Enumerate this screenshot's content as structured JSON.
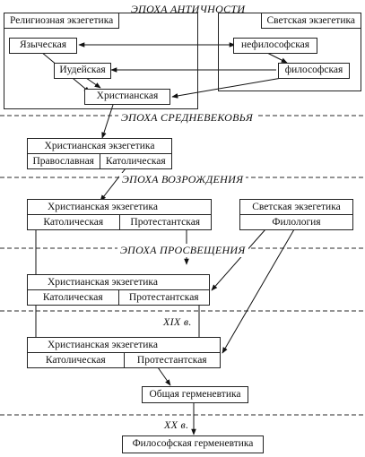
{
  "eras": {
    "antiquity": "ЭПОХА АНТИЧНОСТИ",
    "middle_ages": "ЭПОХА СРЕДНЕВЕКОВЬЯ",
    "renaissance": "ЭПОХА ВОЗРОЖДЕНИЯ",
    "enlightenment": "ЭПОХА ПРОСВЕЩЕНИЯ",
    "c19": "XIX в.",
    "c20": "XX в."
  },
  "antiquity": {
    "religious_frame": "Религиозная экзегетика",
    "secular_frame": "Светская экзегетика",
    "pagan": "Языческая",
    "jewish": "Иудейская",
    "christian": "Христианская",
    "nonphilosophical": "нефилософская",
    "philosophical": "философская"
  },
  "middle_ages": {
    "title": "Христианская экзегетика",
    "left": "Православная",
    "right": "Католическая"
  },
  "renaissance": {
    "title": "Христианская экзегетика",
    "left": "Католическая",
    "right": "Протестантская",
    "secular_title": "Светская экзегетика",
    "secular_sub": "Филология"
  },
  "enlightenment": {
    "title": "Христианская экзегетика",
    "left": "Католическая",
    "right": "Протестантская"
  },
  "c19": {
    "title": "Христианская экзегетика",
    "left": "Католическая",
    "right": "Протестантская"
  },
  "general_hermeneutics": "Общая герменевтика",
  "philosophical_hermeneutics": "Философская герменевтика"
}
